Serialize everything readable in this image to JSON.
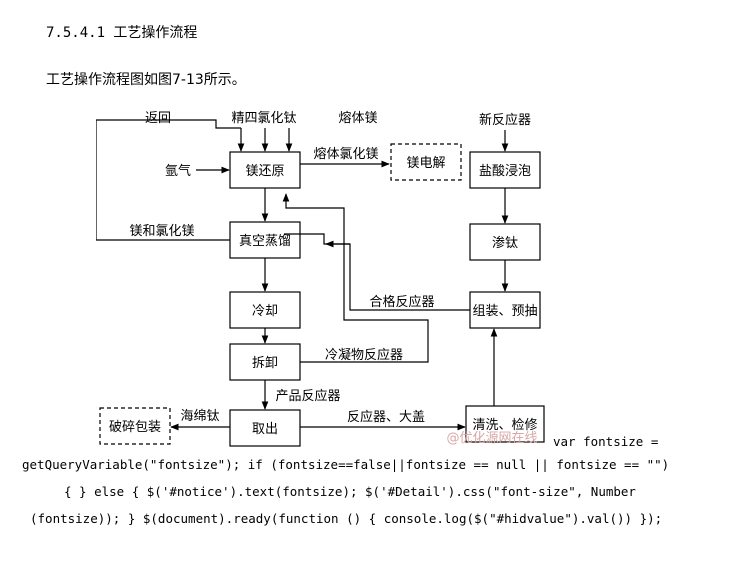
{
  "heading": "7.5.4.1 工艺操作流程",
  "intro": "工艺操作流程图如图7-13所示。",
  "diagram": {
    "boxes": {
      "mg_reduction": "镁还原",
      "mg_electrolysis": "镁电解",
      "acid_soak": "盐酸浸泡",
      "titanizing": "渗钛",
      "vacuum_distill": "真空蒸馏",
      "cooling": "冷却",
      "disassembly": "拆卸",
      "assembly": "组装、预抽",
      "take_out": "取出",
      "crush_pack": "破碎包装",
      "clean_repair": "清洗、检修"
    },
    "labels": {
      "return": "返回",
      "ticl4": "精四氯化钛",
      "molten_mg": "熔体镁",
      "new_reactor": "新反应器",
      "argon": "氩气",
      "molten_mgcl2": "熔体氯化镁",
      "mg_mgcl2": "镁和氯化镁",
      "qualified_reactor": "合格反应器",
      "condensate_reactor": "冷凝物反应器",
      "product_reactor": "产品反应器",
      "sponge_ti": "海绵钛",
      "reactor_lid": "反应器、大盖"
    },
    "watermark": "@优化源网在线"
  },
  "code_lines": [
    "var fontsize =",
    "getQueryVariable(\"fontsize\"); if (fontsize==false||fontsize == null || fontsize == \"\")",
    "{ } else { $('#notice').text(fontsize); $('#Detail').css(\"font-size\", Number",
    "(fontsize)); } $(document).ready(function () { console.log($(\"#hidvalue\").val()) });"
  ]
}
